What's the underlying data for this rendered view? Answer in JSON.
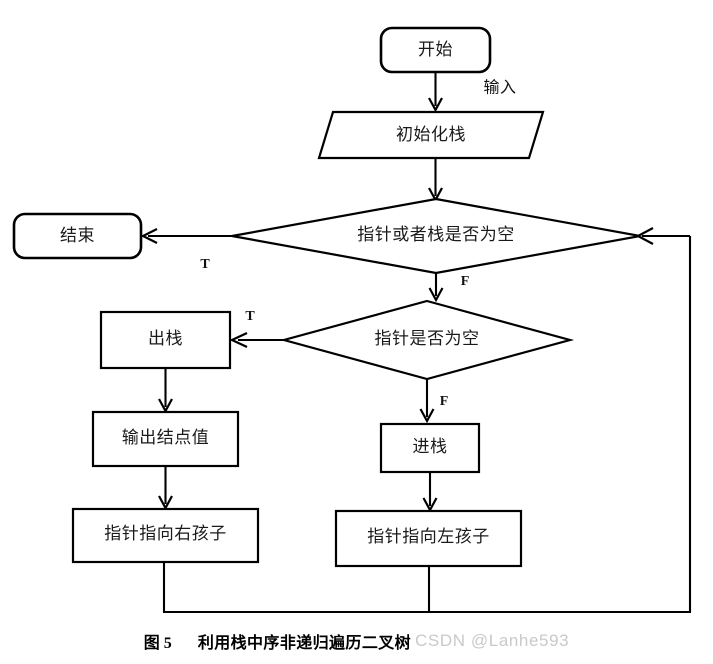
{
  "figure": {
    "caption_label": "图 5",
    "caption_title": "利用栈中序非递归遍历二叉树",
    "watermark": "CSDN @Lanhe593",
    "background_color": "#ffffff",
    "line_color": "#000000",
    "text_color": "#1a1a1a"
  },
  "nodes": {
    "start": {
      "label": "开始",
      "shape": "terminal"
    },
    "init_stack": {
      "label": "初始化栈",
      "shape": "parallelogram"
    },
    "end": {
      "label": "结束",
      "shape": "terminal"
    },
    "decision_ptr_or_stack_empty": {
      "label": "指针或者栈是否为空",
      "shape": "diamond"
    },
    "decision_ptr_empty": {
      "label": "指针是否为空",
      "shape": "diamond"
    },
    "pop_stack": {
      "label": "出栈",
      "shape": "process"
    },
    "output_node_value": {
      "label": "输出结点值",
      "shape": "process"
    },
    "ptr_to_right_child": {
      "label": "指针指向右孩子",
      "shape": "process"
    },
    "push_stack": {
      "label": "进栈",
      "shape": "process"
    },
    "ptr_to_left_child": {
      "label": "指针指向左孩子",
      "shape": "process"
    }
  },
  "edge_labels": {
    "input": "输入",
    "decision1_true": "T",
    "decision1_false": "F",
    "decision2_true": "T",
    "decision2_false": "F"
  }
}
